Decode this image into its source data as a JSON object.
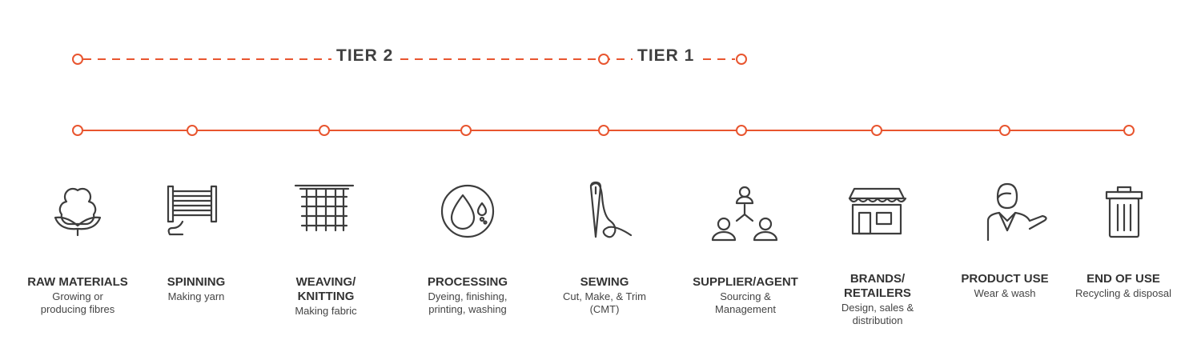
{
  "colors": {
    "accent": "#e8552f",
    "icon": "#3d3d3d",
    "text": "#333333"
  },
  "tiers": [
    {
      "label": "TIER 2"
    },
    {
      "label": "TIER 1"
    }
  ],
  "stages": [
    {
      "title": "RAW MATERIALS",
      "desc": "Growing or\nproducing fibres",
      "icon": "cotton-boll-icon"
    },
    {
      "title": "SPINNING",
      "desc": "Making yarn",
      "icon": "spool-icon"
    },
    {
      "title": "WEAVING/\nKNITTING",
      "desc": "Making fabric",
      "icon": "woven-fabric-icon"
    },
    {
      "title": "PROCESSING",
      "desc": "Dyeing, finishing,\nprinting, washing",
      "icon": "dye-drop-icon"
    },
    {
      "title": "SEWING",
      "desc": "Cut, Make, & Trim\n(CMT)",
      "icon": "needle-thread-icon"
    },
    {
      "title": "SUPPLIER/AGENT",
      "desc": "Sourcing &\nManagement",
      "icon": "network-people-icon"
    },
    {
      "title": "BRANDS/\nRETAILERS",
      "desc": "Design, sales &\ndistribution",
      "icon": "storefront-icon"
    },
    {
      "title": "PRODUCT USE",
      "desc": "Wear & wash",
      "icon": "person-icon"
    },
    {
      "title": "END OF USE",
      "desc": "Recycling & disposal",
      "icon": "trash-bin-icon"
    }
  ]
}
